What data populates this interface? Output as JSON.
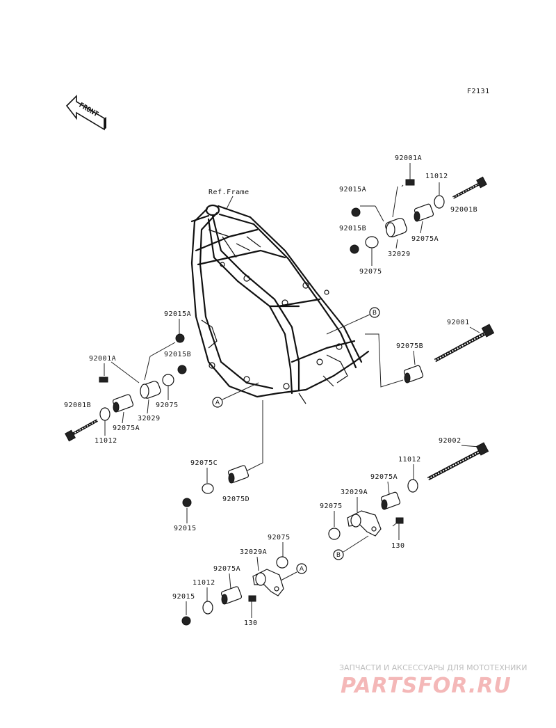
{
  "figure_code": "F2131",
  "front_label": "FRONT",
  "ref_frame": "Ref.Frame",
  "callouts": {
    "a": "A",
    "b": "B"
  },
  "parts": {
    "p92001A_top": "92001A",
    "p92015A_top": "92015A",
    "p92015B_top": "92015B",
    "p32029_top": "32029",
    "p92075_top": "92075",
    "p11012_top": "11012",
    "p92075A_top": "92075A",
    "p92001B_top": "92001B",
    "p92001": "92001",
    "p92075B": "92075B",
    "p92015A_left": "92015A",
    "p92001A_left": "92001A",
    "p92015B_left": "92015B",
    "p92075_left": "92075",
    "p92001B_left": "92001B",
    "p92075A_left": "92075A",
    "p32029_left": "32029",
    "p11012_left": "11012",
    "p92075C": "92075C",
    "p92075D": "92075D",
    "p92015_mid": "92015",
    "p92002": "92002",
    "p11012_right": "11012",
    "p92075A_right": "92075A",
    "p32029A_right": "32029A",
    "p92075_right": "92075",
    "p130_right": "130",
    "p92075_bottom": "92075",
    "p32029A_bottom": "32029A",
    "p92075A_bottom": "92075A",
    "p11012_bottom": "11012",
    "p92015_bottom": "92015",
    "p130_bottom": "130"
  },
  "watermark": {
    "tagline": "ЗАПЧАСТИ И АКСЕССУАРЫ ДЛЯ МОТОТЕХНИКИ",
    "brand": "PARTSFOR.RU"
  }
}
